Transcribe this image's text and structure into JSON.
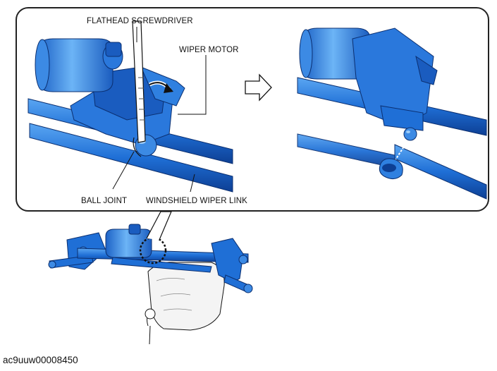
{
  "labels": {
    "flathead_screwdriver": "FLATHEAD SCREWDRIVER",
    "wiper_motor": "WIPER MOTOR",
    "ball_joint": "BALL JOINT",
    "windshield_wiper_link": "WINDSHIELD WIPER LINK"
  },
  "figure_code": "ac9uuw00008450",
  "colors": {
    "part_blue": "#1f6fd6",
    "part_highlight": "#5aa6f2",
    "part_shadow": "#0d3f94",
    "line": "#111111",
    "transmission_fill": "#f4f4f4"
  },
  "icons": {
    "arrow": "right-outline-arrow-icon"
  }
}
